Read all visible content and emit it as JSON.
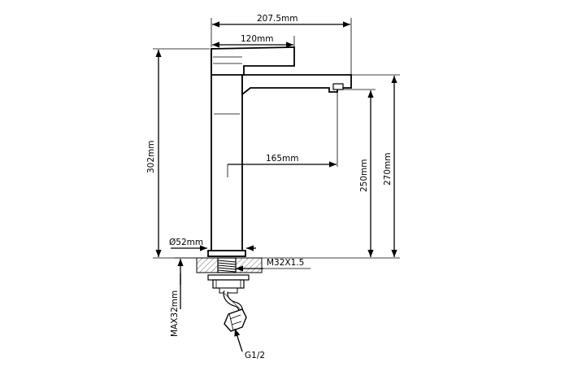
{
  "dimensions": {
    "overall_length": "207.5mm",
    "handle_length": "120mm",
    "spout_reach": "165mm",
    "base_diameter": "Ø52mm",
    "overall_height": "302mm",
    "spout_height": "270mm",
    "outlet_height": "250mm",
    "thread": "M32X1.5",
    "max_mounting": "MAX32mm",
    "connection": "G1/2"
  }
}
